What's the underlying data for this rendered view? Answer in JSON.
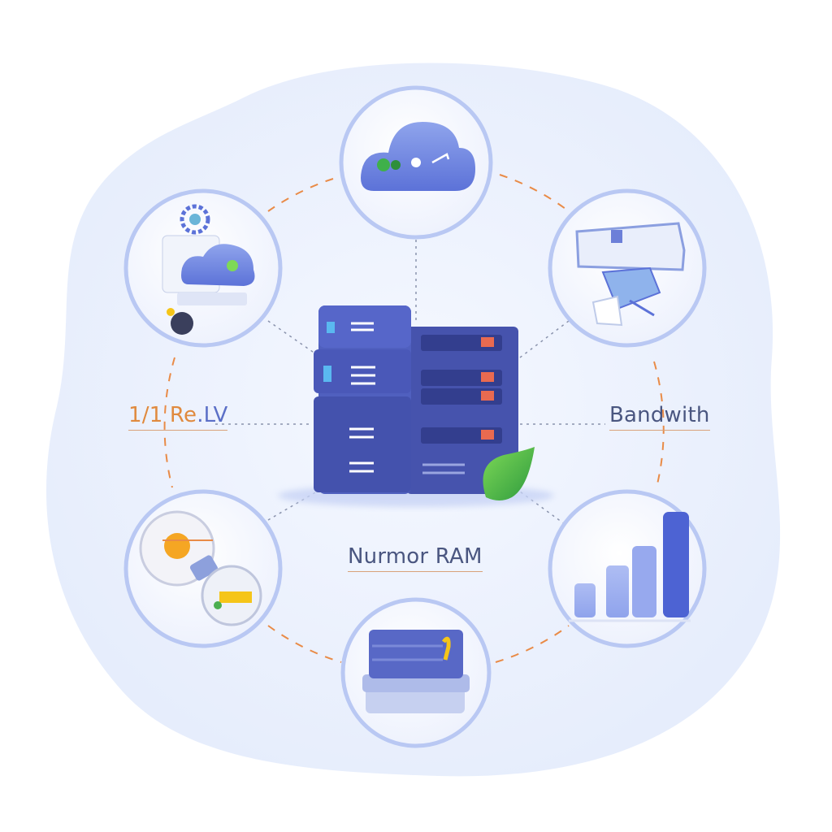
{
  "labels": {
    "left": {
      "part_a": "1/1 Re",
      "part_b": ".LV"
    },
    "right": "Bandwith",
    "bottom": "Nurmor RAM"
  },
  "nodes": [
    {
      "id": "cloud-network",
      "icon": "cloud-icon"
    },
    {
      "id": "cloud-settings",
      "icon": "cloud-gear-icon"
    },
    {
      "id": "hardware-rack",
      "icon": "rack-unit-icon"
    },
    {
      "id": "storage-disks",
      "icon": "disk-icon"
    },
    {
      "id": "bandwidth-chart",
      "icon": "bar-chart-icon"
    },
    {
      "id": "memory-module",
      "icon": "ram-module-icon"
    }
  ],
  "colors": {
    "background_blob": "#edf2fd",
    "server_body": "#4a57b0",
    "server_dark": "#3a4596",
    "accent_orange": "#e98b47",
    "leaf_green": "#4caf50",
    "node_ring": "#b9c8f3"
  }
}
